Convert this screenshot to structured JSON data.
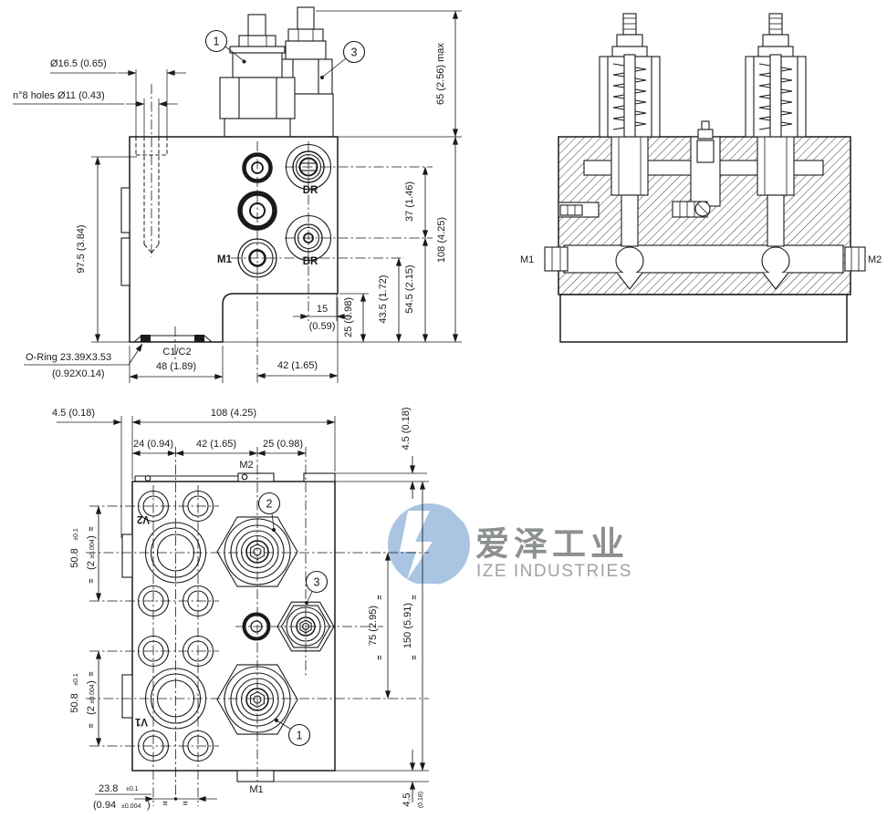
{
  "watermark": {
    "cn": "爱泽工业",
    "en": "IZE INDUSTRIES",
    "logo_color": "#a9c5e2"
  },
  "marks": {
    "eq": "="
  },
  "front_view": {
    "balloons": {
      "b1": "1",
      "b3": "3"
    },
    "ports": {
      "m1": "M1",
      "dr": "DR",
      "br": "BR"
    },
    "labels": {
      "c1c2": "C1/C2",
      "oring_line1": "O-Ring 23.39X3.53",
      "oring_line2": "(0.92X0.14)"
    },
    "dims": {
      "counterbore": "Ø16.5 (0.65)",
      "holes": "n°8 holes Ø11 (0.43)",
      "h975": "97.5 (3.84)",
      "h65": "65 (2.56) max",
      "v37": "37 (1.46)",
      "v108": "108 (4.25)",
      "v545": "54.5 (2.15)",
      "v435": "43.5 (1.72)",
      "v25": "25 (0.98)",
      "w15": "15",
      "w15in": "(0.59)",
      "w42": "42 (1.65)",
      "w48": "48 (1.89)"
    }
  },
  "section_view": {
    "labels": {
      "m1": "M1",
      "m2": "M2"
    }
  },
  "bottom_view": {
    "balloons": {
      "b1": "1",
      "b2": "2",
      "b3": "3"
    },
    "labels": {
      "m1": "M1",
      "m2": "M2",
      "v1": "V1",
      "v2": "V2"
    },
    "dims": {
      "off_left": "4.5 (0.18)",
      "w108": "108 (4.25)",
      "w24": "24 (0.94)",
      "w42": "42 (1.65)",
      "w25": "25 (0.98)",
      "off_tr": "4.5 (0.18)",
      "v75": "75 (2.95)",
      "v150": "150 (5.91)",
      "off_br": "4.5",
      "off_br_in": "(0.18)",
      "w238": "23.8",
      "w238_tol": "±0.1",
      "w094": "(0.94",
      "w094_tol": "±0.004",
      "w094_end": ")",
      "h508": "50.8",
      "h508_tol": "±0.1",
      "h2": "(2",
      "h2_tol": "±0.004",
      "h2_end": ")"
    }
  }
}
